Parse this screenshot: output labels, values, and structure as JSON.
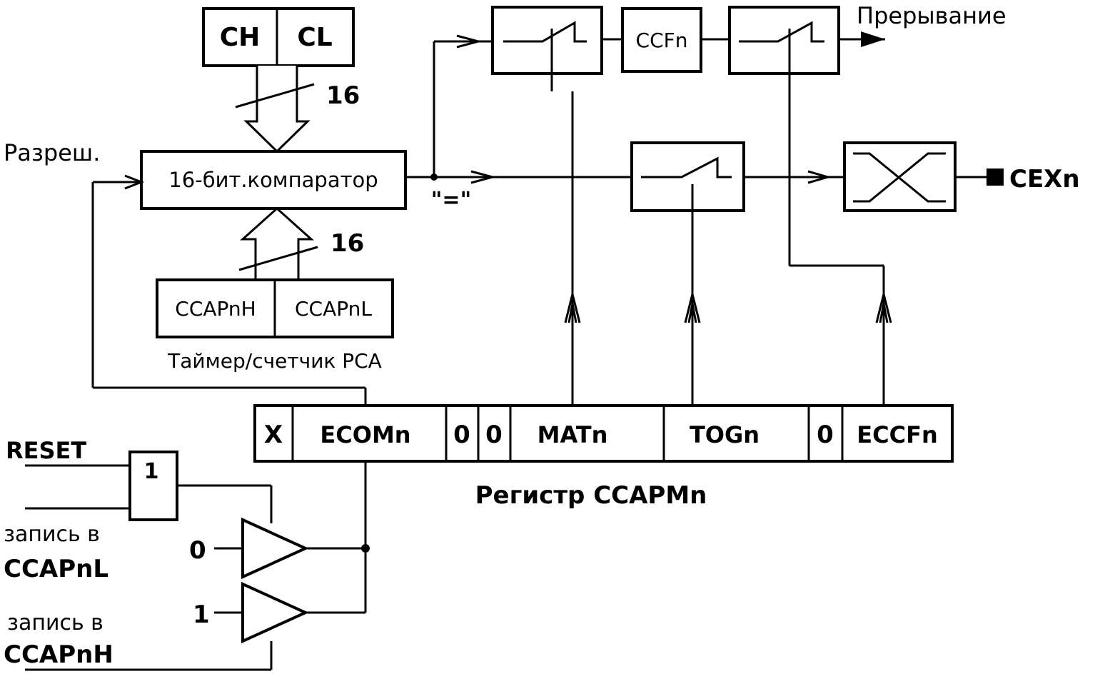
{
  "timer": {
    "ch": "CH",
    "cl": "CL",
    "caption": "Таймер/счетчик PCA"
  },
  "bus_width_top": "16",
  "bus_width_bottom": "16",
  "comparator": {
    "label": "16-бит.компаратор"
  },
  "enable_label": "Разреш.",
  "equal_label": "\"=\"",
  "capture": {
    "high": "CCAPnH",
    "low": "CCAPnL"
  },
  "flag": {
    "label": "CCFn"
  },
  "interrupt_label": "Прерывание",
  "output_pin": "CEXn",
  "register": {
    "title": "Регистр CCAPMn",
    "bits": [
      "X",
      "ECOMn",
      "0",
      "0",
      "MATn",
      "TOGn",
      "0",
      "ECCFn"
    ]
  },
  "control": {
    "reset": "RESET",
    "or_gate": "1",
    "write_low_line1": "запись в",
    "write_low_line2": "CCAPnL",
    "write_high_line1": "запись в",
    "write_high_line2": "CCAPnH",
    "buffer_low_value": "0",
    "buffer_high_value": "1"
  }
}
